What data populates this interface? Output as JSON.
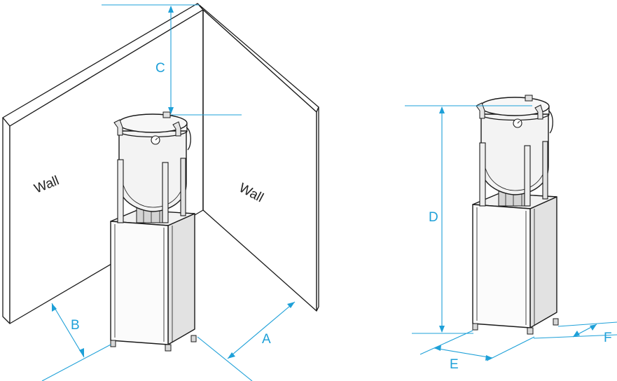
{
  "labels": {
    "wall_left": "Wall",
    "wall_right": "Wall",
    "dim_a": "A",
    "dim_b": "B",
    "dim_c": "C",
    "dim_d": "D",
    "dim_e": "E",
    "dim_f": "F"
  },
  "colors": {
    "dimension": "#1ea0d8",
    "outline": "#1a1a1a",
    "cabinet_side": "#e4e4e4",
    "cabinet_front": "#fafafa"
  }
}
